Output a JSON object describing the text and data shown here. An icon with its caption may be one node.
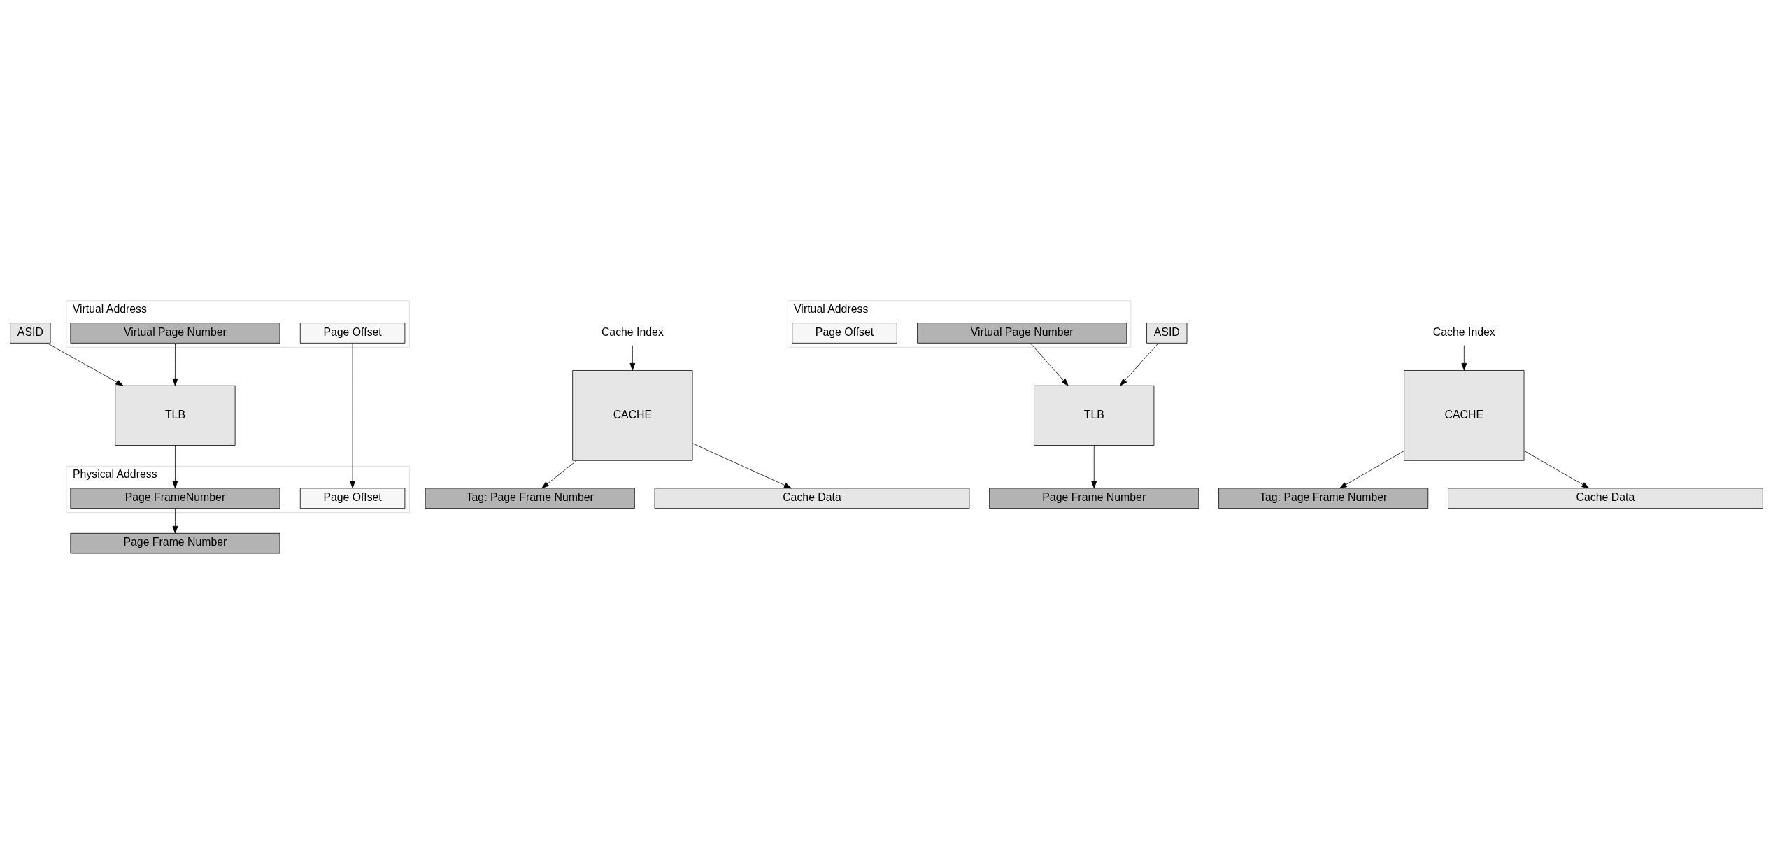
{
  "diagram": {
    "nodes": [
      {
        "text": [
          "Virtual Address"
        ]
      },
      {
        "text": [
          "Virtual Page Number"
        ],
        "in": 0
      },
      {
        "text": [
          "Page Offset"
        ],
        "in": 0
      },
      {
        "text": [
          "ASID"
        ]
      },
      {
        "text": [
          "TLB"
        ]
      },
      {
        "text": [
          "Physical Address"
        ]
      },
      {
        "text": [
          "Page FrameNumber"
        ],
        "in": 5
      },
      {
        "text": [
          "Page Offset"
        ],
        "in": 5
      },
      {
        "text": [
          "Cache Index"
        ]
      },
      {
        "text": [
          "CACHE"
        ]
      },
      {
        "text": [
          "Page Frame Number"
        ]
      },
      {
        "text": [
          "Tag: Page Frame Number"
        ]
      },
      {
        "text": [
          "Cache Data"
        ]
      },
      {
        "text": [
          "Virtual Address"
        ]
      },
      {
        "text": [
          "Virtual Page Number"
        ],
        "in": 13
      },
      {
        "text": [
          "Page Offset"
        ],
        "in": 13
      },
      {
        "text": [
          "ASID"
        ]
      },
      {
        "text": [
          "TLB"
        ]
      },
      {
        "text": [
          "Cache Index"
        ]
      },
      {
        "text": [
          "CACHE"
        ]
      },
      {
        "text": [
          "Page Frame Number"
        ]
      },
      {
        "text": [
          "Tag: Page Frame Number"
        ]
      },
      {
        "text": [
          "Cache Data"
        ]
      }
    ],
    "edges": [
      {
        "from": 1,
        "to": 4,
        "arrow": "to"
      },
      {
        "from": 3,
        "to": 4,
        "arrow": "to"
      },
      {
        "from": 4,
        "to": 6,
        "arrow": "to"
      },
      {
        "from": 2,
        "to": 7,
        "arrow": "to"
      },
      {
        "from": 6,
        "to": 10,
        "arrow": "to"
      },
      {
        "from": 8,
        "to": 9,
        "arrow": "to"
      },
      {
        "from": 9,
        "to": 11,
        "arrow": "to"
      },
      {
        "from": 9,
        "to": 12,
        "arrow": "to"
      },
      {
        "from": 14,
        "to": 17,
        "arrow": "to"
      },
      {
        "from": 16,
        "to": 17,
        "arrow": "to"
      },
      {
        "from": 17,
        "to": 20,
        "arrow": "to"
      },
      {
        "from": 18,
        "to": 19,
        "arrow": "to"
      },
      {
        "from": 19,
        "to": 21,
        "arrow": "to"
      },
      {
        "from": 19,
        "to": 22,
        "arrow": "to"
      }
    ]
  }
}
